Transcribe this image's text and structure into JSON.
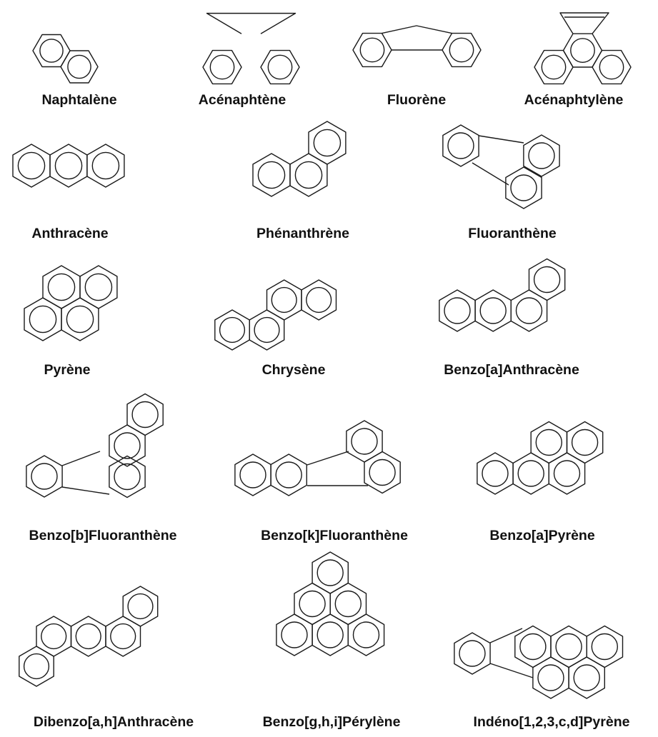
{
  "molecules": [
    {
      "name": "Naphtalène"
    },
    {
      "name": "Acénaphtène"
    },
    {
      "name": "Fluorène"
    },
    {
      "name": "Acénaphtylène"
    },
    {
      "name": "Anthracène"
    },
    {
      "name": "Phénanthrène"
    },
    {
      "name": "Fluoranthène"
    },
    {
      "name": "Pyrène"
    },
    {
      "name": "Chrysène"
    },
    {
      "name": "Benzo[a]Anthracène"
    },
    {
      "name": "Benzo[b]Fluoranthène"
    },
    {
      "name": "Benzo[k]Fluoranthène"
    },
    {
      "name": "Benzo[a]Pyrène"
    },
    {
      "name": "Dibenzo[a,h]Anthracène"
    },
    {
      "name": "Benzo[g,h,i]Pérylène"
    },
    {
      "name": "Indéno[1,2,3,c,d]Pyrène"
    }
  ]
}
